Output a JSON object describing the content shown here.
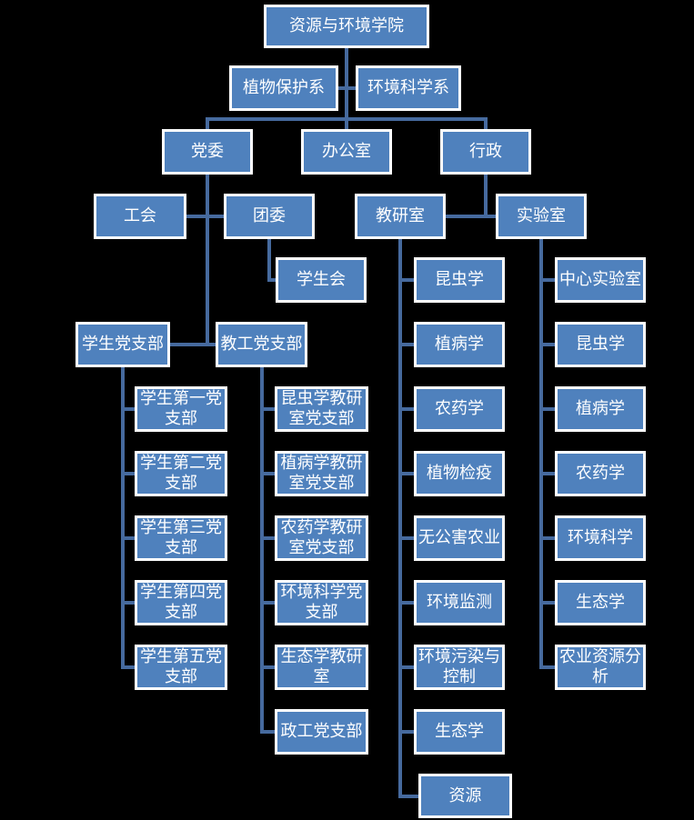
{
  "diagram": {
    "type": "org-chart",
    "title": "资源与环境学院"
  },
  "colors": {
    "background": "#000000",
    "box_fill": "#4f81bd",
    "box_border": "#ffffff",
    "connector": "#466a9e",
    "text": "#ffffff"
  },
  "nodes": [
    {
      "id": "root",
      "label": "资源与环境学院"
    },
    {
      "id": "plant-protection-dept",
      "label": "植物保护系"
    },
    {
      "id": "environmental-science-dept",
      "label": "环境科学系"
    },
    {
      "id": "party-committee",
      "label": "党委"
    },
    {
      "id": "office",
      "label": "办公室"
    },
    {
      "id": "administration",
      "label": "行政"
    },
    {
      "id": "labor-union",
      "label": "工会"
    },
    {
      "id": "youth-league",
      "label": "团委"
    },
    {
      "id": "teaching-research-office",
      "label": "教研室"
    },
    {
      "id": "laboratory",
      "label": "实验室"
    },
    {
      "id": "student-union",
      "label": "学生会"
    },
    {
      "id": "student-party-branch",
      "label": "学生党支部"
    },
    {
      "id": "faculty-party-branch",
      "label": "教工党支部"
    },
    {
      "id": "student-branch-1",
      "label": "学生第一党支部"
    },
    {
      "id": "student-branch-2",
      "label": "学生第二党支部"
    },
    {
      "id": "student-branch-3",
      "label": "学生第三党支部"
    },
    {
      "id": "student-branch-4",
      "label": "学生第四党支部"
    },
    {
      "id": "student-branch-5",
      "label": "学生第五党支部"
    },
    {
      "id": "entomology-tr-party-branch",
      "label": "昆虫学教研室党支部"
    },
    {
      "id": "plant-disease-tr-party-branch",
      "label": "植病学教研室党支部"
    },
    {
      "id": "pesticide-tr-party-branch",
      "label": "农药学教研室党支部"
    },
    {
      "id": "env-science-party-branch",
      "label": "环境科学党支部"
    },
    {
      "id": "ecology-tr-office",
      "label": "生态学教研室"
    },
    {
      "id": "political-work-party-branch",
      "label": "政工党支部"
    },
    {
      "id": "tro-entomology",
      "label": "昆虫学"
    },
    {
      "id": "tro-plant-disease",
      "label": "植病学"
    },
    {
      "id": "tro-pesticide",
      "label": "农药学"
    },
    {
      "id": "tro-plant-quarantine",
      "label": "植物检疫"
    },
    {
      "id": "tro-pollution-free-agriculture",
      "label": "无公害农业"
    },
    {
      "id": "tro-env-monitoring",
      "label": "环境监测"
    },
    {
      "id": "tro-env-pollution-control",
      "label": "环境污染与控制"
    },
    {
      "id": "tro-ecology",
      "label": "生态学"
    },
    {
      "id": "tro-resources",
      "label": "资源"
    },
    {
      "id": "lab-central",
      "label": "中心实验室"
    },
    {
      "id": "lab-entomology",
      "label": "昆虫学"
    },
    {
      "id": "lab-plant-disease",
      "label": "植病学"
    },
    {
      "id": "lab-pesticide",
      "label": "农药学"
    },
    {
      "id": "lab-env-science",
      "label": "环境科学"
    },
    {
      "id": "lab-ecology",
      "label": "生态学"
    },
    {
      "id": "lab-agri-resource-analysis",
      "label": "农业资源分析"
    }
  ],
  "edges": [
    [
      "root",
      "plant-protection-dept"
    ],
    [
      "root",
      "environmental-science-dept"
    ],
    [
      "root",
      "party-committee"
    ],
    [
      "root",
      "office"
    ],
    [
      "root",
      "administration"
    ],
    [
      "party-committee",
      "labor-union"
    ],
    [
      "party-committee",
      "youth-league"
    ],
    [
      "party-committee",
      "student-party-branch"
    ],
    [
      "party-committee",
      "faculty-party-branch"
    ],
    [
      "youth-league",
      "student-union"
    ],
    [
      "administration",
      "teaching-research-office"
    ],
    [
      "administration",
      "laboratory"
    ],
    [
      "student-party-branch",
      "student-branch-1"
    ],
    [
      "student-party-branch",
      "student-branch-2"
    ],
    [
      "student-party-branch",
      "student-branch-3"
    ],
    [
      "student-party-branch",
      "student-branch-4"
    ],
    [
      "student-party-branch",
      "student-branch-5"
    ],
    [
      "faculty-party-branch",
      "entomology-tr-party-branch"
    ],
    [
      "faculty-party-branch",
      "plant-disease-tr-party-branch"
    ],
    [
      "faculty-party-branch",
      "pesticide-tr-party-branch"
    ],
    [
      "faculty-party-branch",
      "env-science-party-branch"
    ],
    [
      "faculty-party-branch",
      "ecology-tr-office"
    ],
    [
      "faculty-party-branch",
      "political-work-party-branch"
    ],
    [
      "teaching-research-office",
      "tro-entomology"
    ],
    [
      "teaching-research-office",
      "tro-plant-disease"
    ],
    [
      "teaching-research-office",
      "tro-pesticide"
    ],
    [
      "teaching-research-office",
      "tro-plant-quarantine"
    ],
    [
      "teaching-research-office",
      "tro-pollution-free-agriculture"
    ],
    [
      "teaching-research-office",
      "tro-env-monitoring"
    ],
    [
      "teaching-research-office",
      "tro-env-pollution-control"
    ],
    [
      "teaching-research-office",
      "tro-ecology"
    ],
    [
      "teaching-research-office",
      "tro-resources"
    ],
    [
      "laboratory",
      "lab-central"
    ],
    [
      "laboratory",
      "lab-entomology"
    ],
    [
      "laboratory",
      "lab-plant-disease"
    ],
    [
      "laboratory",
      "lab-pesticide"
    ],
    [
      "laboratory",
      "lab-env-science"
    ],
    [
      "laboratory",
      "lab-ecology"
    ],
    [
      "laboratory",
      "lab-agri-resource-analysis"
    ]
  ]
}
